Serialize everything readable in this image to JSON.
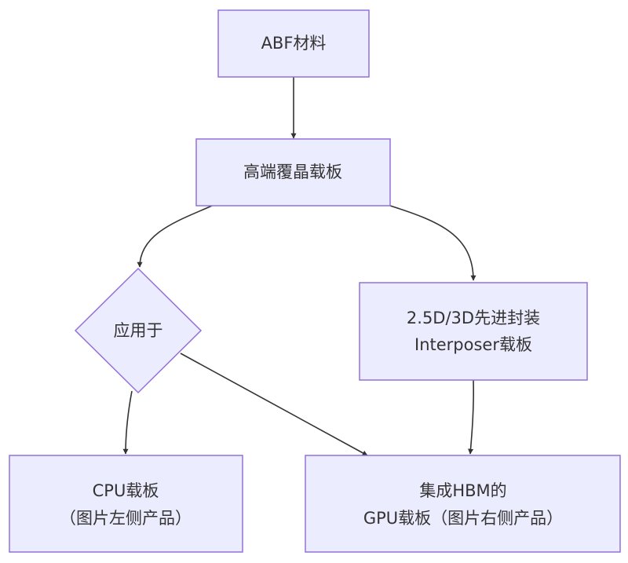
{
  "nodes": {
    "abf": {
      "lines": [
        "ABF材料"
      ]
    },
    "substrate": {
      "lines": [
        "高端覆晶载板"
      ]
    },
    "decision": {
      "lines": [
        "应用于"
      ]
    },
    "interposer": {
      "lines": [
        "2.5D/3D先进封装",
        "Interposer载板"
      ]
    },
    "cpu": {
      "lines": [
        "CPU载板",
        "（图片左侧产品）"
      ]
    },
    "gpu": {
      "lines": [
        "集成HBM的",
        "GPU载板（图片右侧产品）"
      ]
    }
  },
  "colors": {
    "node_fill": "#ECECFF",
    "node_stroke": "#9370DB",
    "edge": "#333333",
    "text": "#333333"
  }
}
